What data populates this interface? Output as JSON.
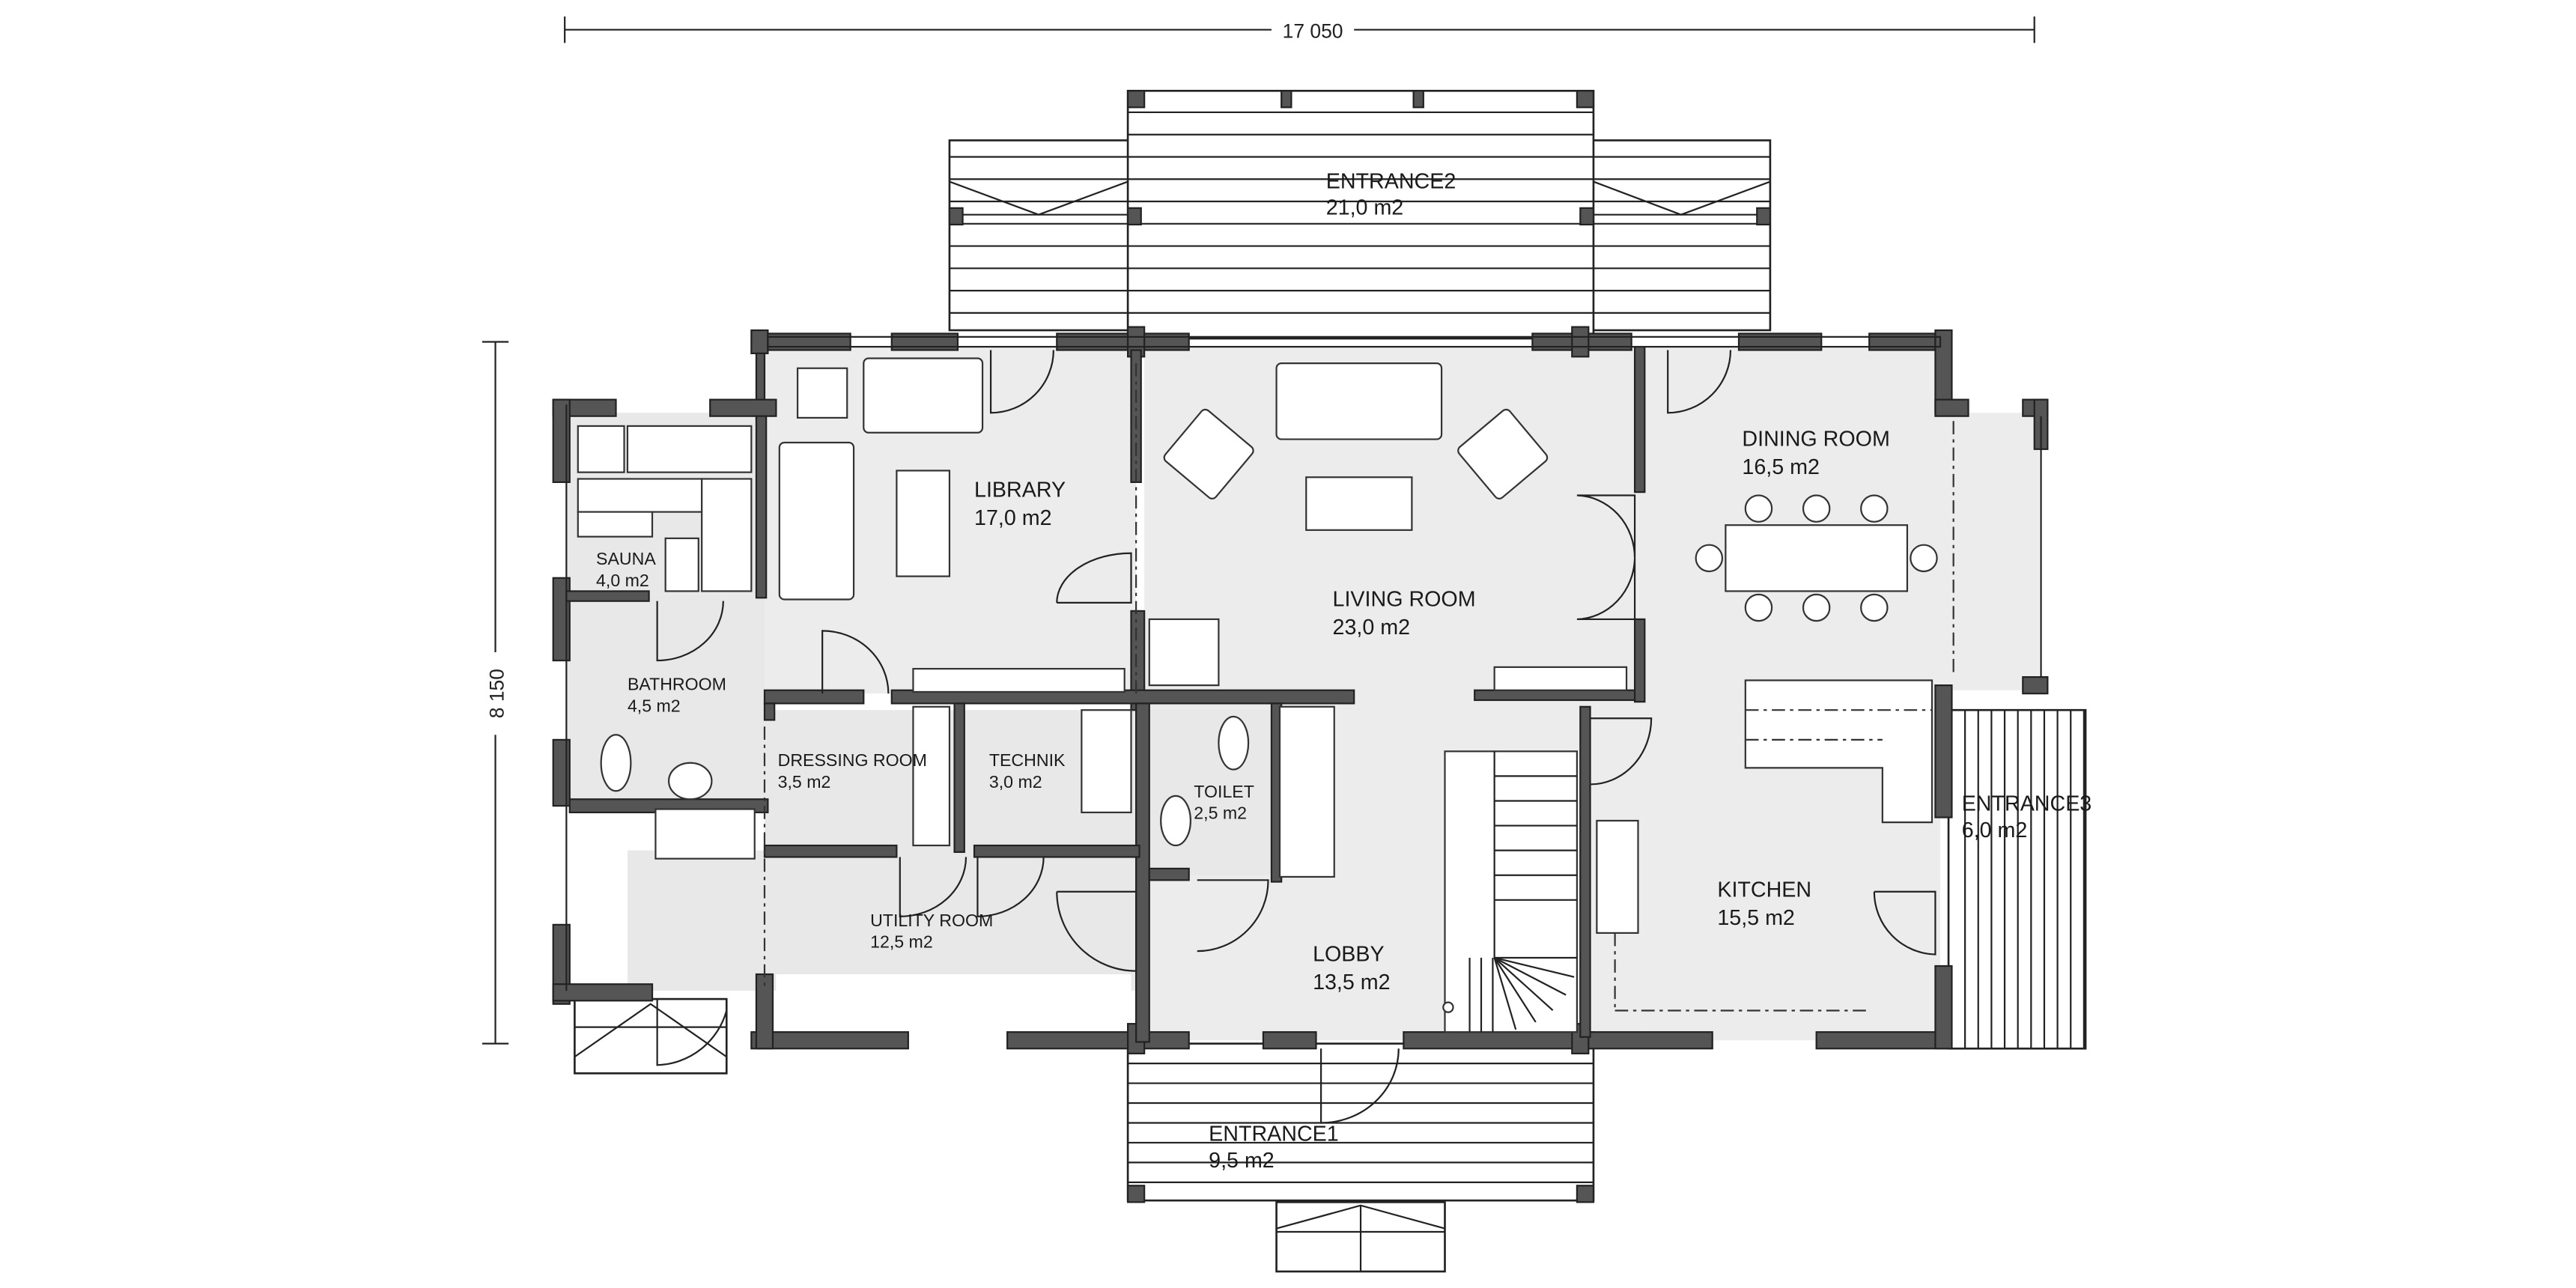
{
  "dimensions": {
    "width_label": "17 050",
    "height_label": "8 150"
  },
  "rooms": {
    "entrance2": {
      "name": "ENTRANCE2",
      "area": "21,0 m2"
    },
    "library": {
      "name": "LIBRARY",
      "area": "17,0 m2"
    },
    "sauna": {
      "name": "SAUNA",
      "area": "4,0 m2"
    },
    "bathroom": {
      "name": "BATHROOM",
      "area": "4,5 m2"
    },
    "dressing_room": {
      "name": "DRESSING ROOM",
      "area": "3,5 m2"
    },
    "technik": {
      "name": "TECHNIK",
      "area": "3,0 m2"
    },
    "toilet": {
      "name": "TOILET",
      "area": "2,5 m2"
    },
    "utility_room": {
      "name": "UTILITY ROOM",
      "area": "12,5 m2"
    },
    "living_room": {
      "name": "LIVING ROOM",
      "area": "23,0 m2"
    },
    "lobby": {
      "name": "LOBBY",
      "area": "13,5 m2"
    },
    "dining_room": {
      "name": "DINING ROOM",
      "area": "16,5 m2"
    },
    "kitchen": {
      "name": "KITCHEN",
      "area": "15,5 m2"
    },
    "entrance3": {
      "name": "ENTRANCE3",
      "area": "6,0 m2"
    },
    "entrance1": {
      "name": "ENTRANCE1",
      "area": "9,5 m2"
    }
  },
  "colors": {
    "wall": "#555555",
    "floor": "#ececec",
    "line": "#222222"
  }
}
